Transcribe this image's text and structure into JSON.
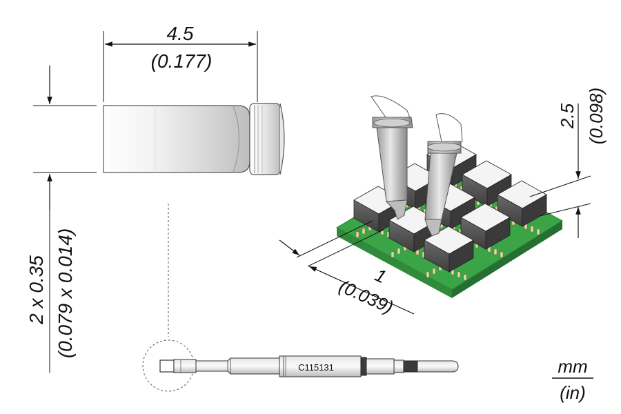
{
  "dimensions": {
    "tip_length": {
      "mm": "4.5",
      "in": "(0.177)"
    },
    "tip_size": {
      "mm": "2 x 0.35",
      "in": "(0.079 x 0.014)"
    },
    "component_height": {
      "mm": "2.5",
      "in": "(0.098)"
    },
    "pin_pitch": {
      "mm": "1",
      "in": "(0.039)"
    }
  },
  "cartridge": {
    "part_number": "C115131"
  },
  "units": {
    "metric": "mm",
    "imperial": "(in)"
  },
  "colors": {
    "pcb": "#3aa447",
    "pcb_edge": "#2a7a33",
    "component_body": "#5a5a5a",
    "component_top": "#f4f4f4",
    "tip_metal": "#c8c8c8",
    "pad": "#e8d8a0"
  }
}
